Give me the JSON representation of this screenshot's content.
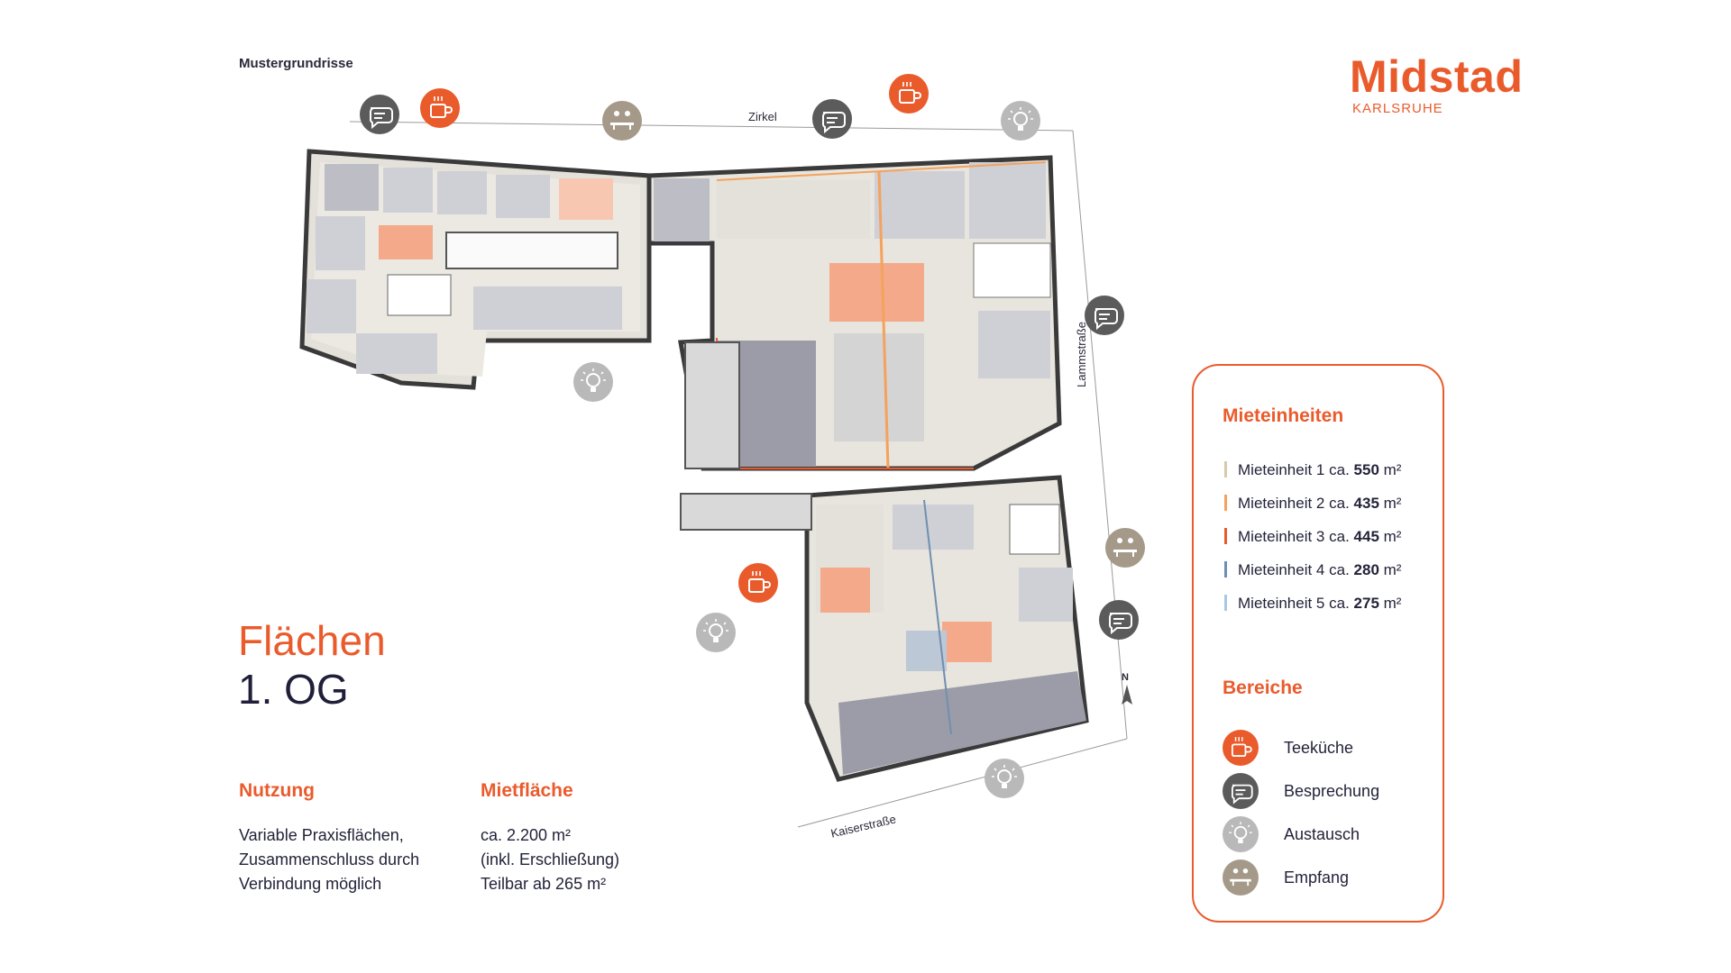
{
  "header": {
    "eyebrow": "Mustergrundrisse"
  },
  "brand": {
    "name": "Midstad",
    "city": "KARLSRUHE",
    "color": "#ea5b2c"
  },
  "title": {
    "line1": "Flächen",
    "line2": "1. OG"
  },
  "nutzung": {
    "heading": "Nutzung",
    "lines": [
      "Variable Praxisflächen,",
      "Zusammenschluss durch",
      "Verbindung möglich"
    ]
  },
  "mietflaeche": {
    "heading": "Mietfläche",
    "lines": [
      "ca. 2.200 m²",
      "(inkl. Erschließung)",
      "Teilbar ab 265 m²"
    ]
  },
  "legend": {
    "units_heading": "Mieteinheiten",
    "units": [
      {
        "prefix": "Mieteinheit 1 ca.",
        "value": "550",
        "unit": "m²",
        "color": "#d8c9ae"
      },
      {
        "prefix": "Mieteinheit 2 ca.",
        "value": "435",
        "unit": "m²",
        "color": "#f4a25c"
      },
      {
        "prefix": "Mieteinheit 3 ca.",
        "value": "445",
        "unit": "m²",
        "color": "#ea5b2c"
      },
      {
        "prefix": "Mieteinheit 4 ca.",
        "value": "280",
        "unit": "m²",
        "color": "#6f8fb0"
      },
      {
        "prefix": "Mieteinheit 5 ca.",
        "value": "275",
        "unit": "m²",
        "color": "#a9c8e3"
      }
    ],
    "areas_heading": "Bereiche",
    "areas": [
      {
        "label": "Teeküche",
        "icon": "coffee-cup-icon",
        "color": "#ea5b2c"
      },
      {
        "label": "Besprechung",
        "icon": "speech-bubble-icon",
        "color": "#5b5b5b"
      },
      {
        "label": "Austausch",
        "icon": "lightbulb-icon",
        "color": "#b9b9b9"
      },
      {
        "label": "Empfang",
        "icon": "reception-desk-icon",
        "color": "#a59a8a"
      }
    ]
  },
  "plan": {
    "streets": {
      "north": "Zirkel",
      "east": "Lammstraße",
      "south": "Kaiserstraße"
    },
    "north_arrow": "N"
  }
}
